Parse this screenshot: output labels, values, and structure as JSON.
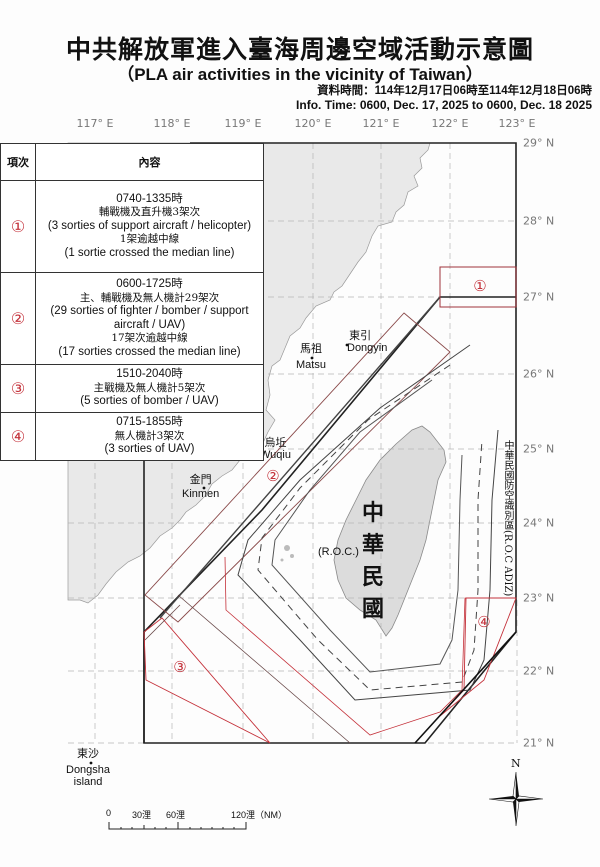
{
  "header": {
    "title_zh": "中共解放軍進入臺海周邊空域活動示意圖",
    "title_en": "（PLA air activities in the vicinity of Taiwan）",
    "info_time_zh": "資料時間：114年12月17日06時至114年12月18日06時",
    "info_time_en": "Info. Time: 0600, Dec. 17, 2025 to 0600, Dec. 18 2025"
  },
  "axes": {
    "longitudes": [
      "117° E",
      "118° E",
      "119° E",
      "120° E",
      "121° E",
      "122° E",
      "123° E"
    ],
    "latitudes": [
      "29° N",
      "28° N",
      "27° N",
      "26° N",
      "25° N",
      "24° N",
      "23° N",
      "22° N",
      "21° N"
    ]
  },
  "legend": {
    "header_item": "項次",
    "header_content": "內容",
    "rows": [
      {
        "marker": "①",
        "time": "0740-1335時",
        "desc_zh": "輔戰機及直升機3架次",
        "desc_en": "(3 sorties of support aircraft / helicopter)",
        "median_zh": "1架逾越中線",
        "median_en": "(1 sortie crossed the median line)"
      },
      {
        "marker": "②",
        "time": "0600-1725時",
        "desc_zh": "主、輔戰機及無人機計29架次",
        "desc_en": "(29 sorties of fighter / bomber / support aircraft /  UAV)",
        "median_zh": "17架次逾越中線",
        "median_en": "(17 sorties crossed the median line)"
      },
      {
        "marker": "③",
        "time": "1510-2040時",
        "desc_zh": "主戰機及無人機計5架次",
        "desc_en": "(5 sorties of bomber / UAV)"
      },
      {
        "marker": "④",
        "time": "0715-1855時",
        "desc_zh": "無人機計3架次",
        "desc_en": "(3 sorties of UAV)"
      }
    ]
  },
  "places": {
    "dongyin_zh": "東引",
    "dongyin_en": "Dongyin",
    "matsu_zh": "馬祖",
    "matsu_en": "Matsu",
    "wuqiu_zh": "烏坵",
    "wuqiu_en": "Wuqiu",
    "kinmen_zh": "金門",
    "kinmen_en": "Kinmen",
    "dongsha_zh": "東沙",
    "dongsha_en_1": "Dongsha",
    "dongsha_en_2": "island",
    "roc_zh": "中華民國",
    "roc_en": "(R.O.C.)",
    "adiz": "中華民國防空識別區(R.O.C ADIZ)"
  },
  "map_markers": {
    "zone1": "①",
    "zone2": "②",
    "zone3": "③",
    "zone4": "④"
  },
  "scale_bar": {
    "labels": [
      "0",
      "30浬",
      "60浬",
      "120浬（NM）"
    ]
  },
  "compass": {
    "north": "N"
  },
  "colors": {
    "activity_zone": "#c4313a",
    "land": "#e9e9e9",
    "grid": "#b5b5b5",
    "frame": "#222222"
  }
}
